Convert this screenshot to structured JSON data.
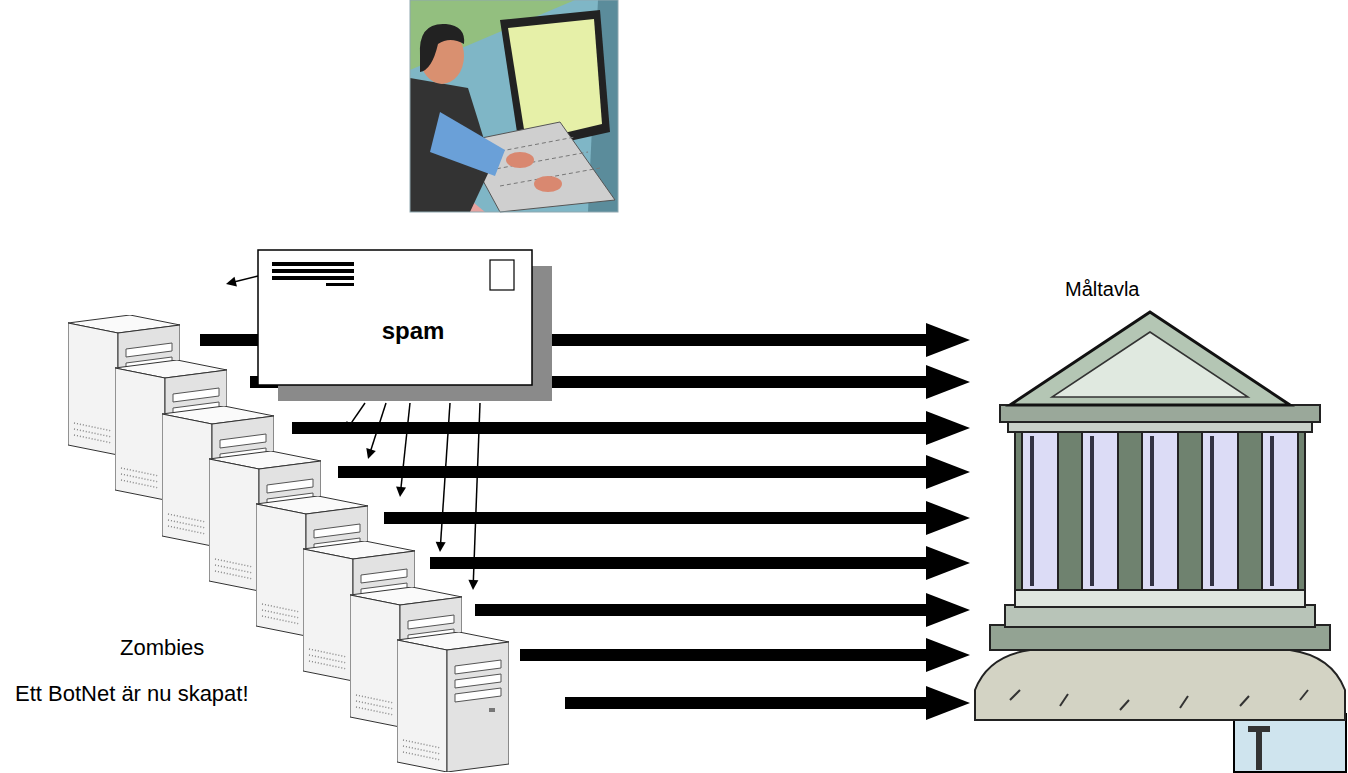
{
  "diagram": {
    "nodes": [
      {
        "text": [
          "spam"
        ]
      },
      {
        "text": [
          "Zombies"
        ]
      },
      {
        "text": [
          "Måltavla"
        ]
      }
    ],
    "edges": [
      {
        "from": 0,
        "to": 1,
        "arrow": "to"
      },
      {
        "from": 0,
        "to": 1,
        "arrow": "to"
      },
      {
        "from": 0,
        "to": 1,
        "arrow": "to"
      },
      {
        "from": 0,
        "to": 1,
        "arrow": "to"
      },
      {
        "from": 0,
        "to": 1,
        "arrow": "to"
      },
      {
        "from": 0,
        "to": 1,
        "arrow": "to"
      },
      {
        "from": 1,
        "to": 2,
        "arrow": "to"
      },
      {
        "from": 1,
        "to": 2,
        "arrow": "to"
      },
      {
        "from": 1,
        "to": 2,
        "arrow": "to"
      },
      {
        "from": 1,
        "to": 2,
        "arrow": "to"
      },
      {
        "from": 1,
        "to": 2,
        "arrow": "to"
      },
      {
        "from": 1,
        "to": 2,
        "arrow": "to"
      },
      {
        "from": 1,
        "to": 2,
        "arrow": "to"
      },
      {
        "from": 1,
        "to": 2,
        "arrow": "to"
      },
      {
        "from": 1,
        "to": 2,
        "arrow": "to"
      }
    ],
    "labels": [
      "Ett BotNet är nu skapat!"
    ]
  }
}
